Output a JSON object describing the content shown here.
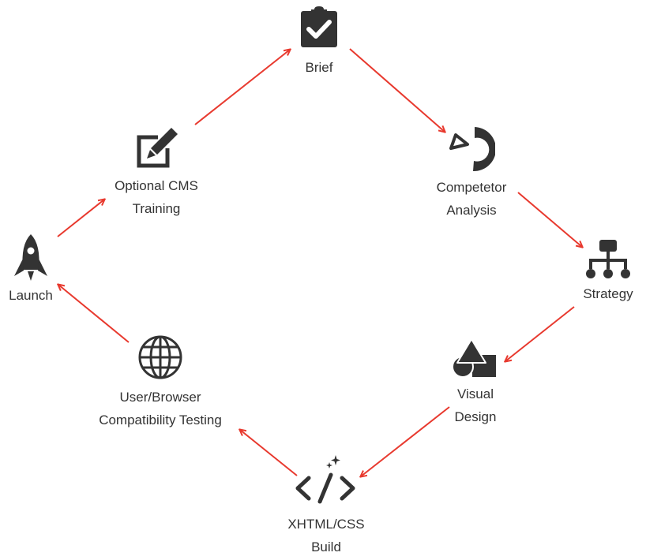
{
  "diagram": {
    "accent_color": "#e8392e",
    "icon_color": "#333333",
    "nodes": {
      "brief": {
        "icon": "clipboard-check-icon",
        "lines": [
          "Brief"
        ]
      },
      "competitor": {
        "icon": "pie-chart-icon",
        "lines": [
          "Competetor",
          "Analysis"
        ]
      },
      "strategy": {
        "icon": "sitemap-icon",
        "lines": [
          "Strategy"
        ]
      },
      "visual": {
        "icon": "shapes-icon",
        "lines": [
          "Visual",
          "Design"
        ]
      },
      "build": {
        "icon": "code-icon",
        "lines": [
          "XHTML/CSS",
          "Build"
        ]
      },
      "testing": {
        "icon": "globe-icon",
        "lines": [
          "User/Browser",
          "Compatibility Testing"
        ]
      },
      "launch": {
        "icon": "rocket-icon",
        "lines": [
          "Launch"
        ]
      },
      "training": {
        "icon": "edit-icon",
        "lines": [
          "Optional CMS",
          "Training"
        ]
      }
    }
  }
}
